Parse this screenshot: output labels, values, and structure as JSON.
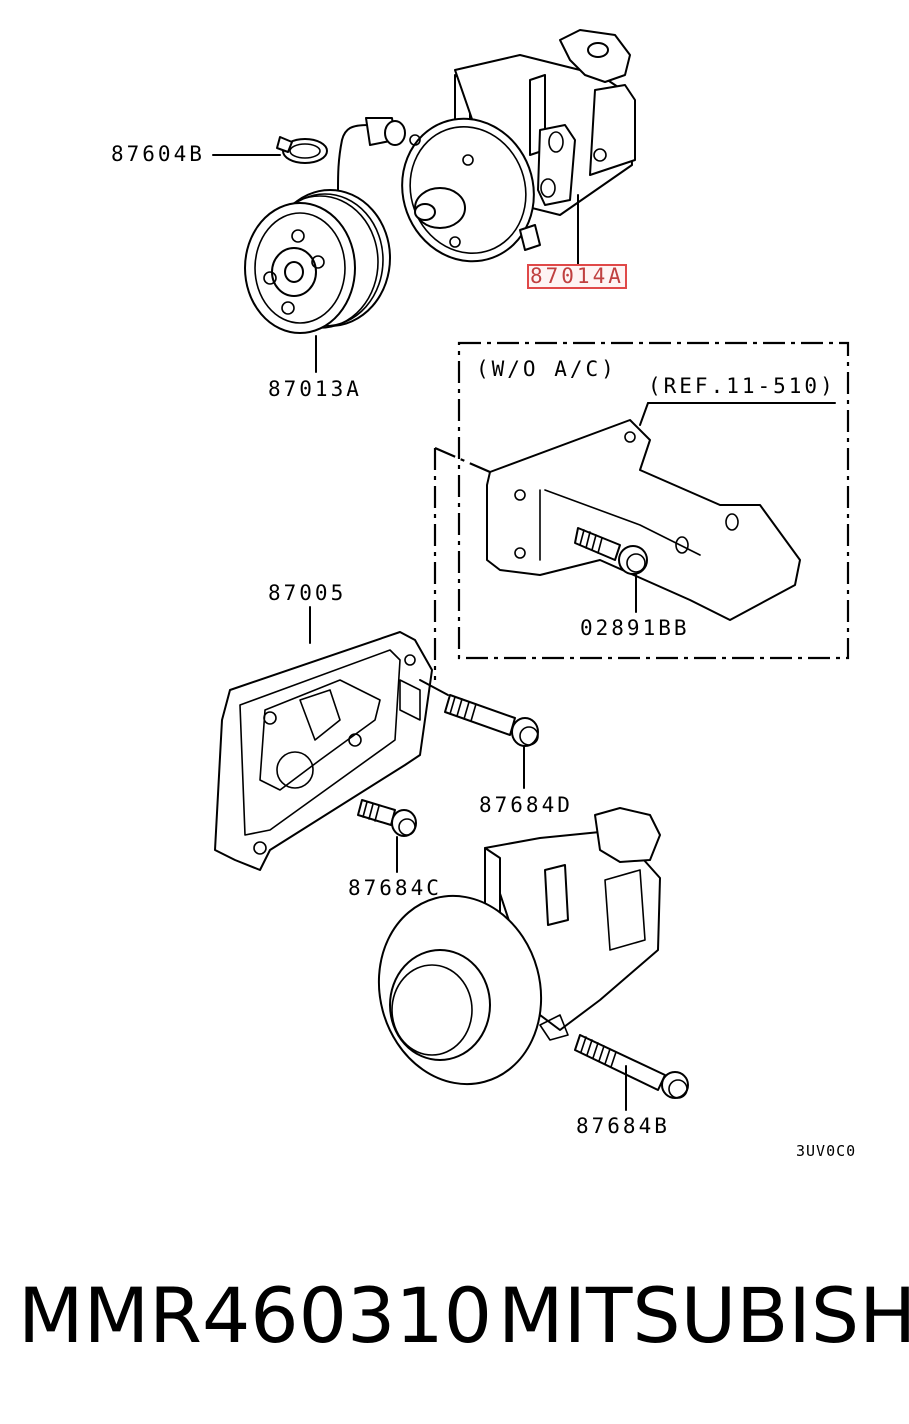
{
  "callouts": {
    "clamp": "87604B",
    "compressor": "87014A",
    "pulley": "87013A",
    "bracket": "87005",
    "inset_bolt": "02891BB",
    "bolt_d": "87684D",
    "bolt_c": "87684C",
    "bolt_b": "87684B"
  },
  "inset": {
    "condition": "(W/O A/C)",
    "reference": "(REF.11-510)"
  },
  "diagram_code": "3UV0C0",
  "footer": {
    "part_number": "MMR460310",
    "brand": "MITSUBISHI"
  },
  "colors": {
    "highlight": "#e04848",
    "ink": "#000000"
  }
}
